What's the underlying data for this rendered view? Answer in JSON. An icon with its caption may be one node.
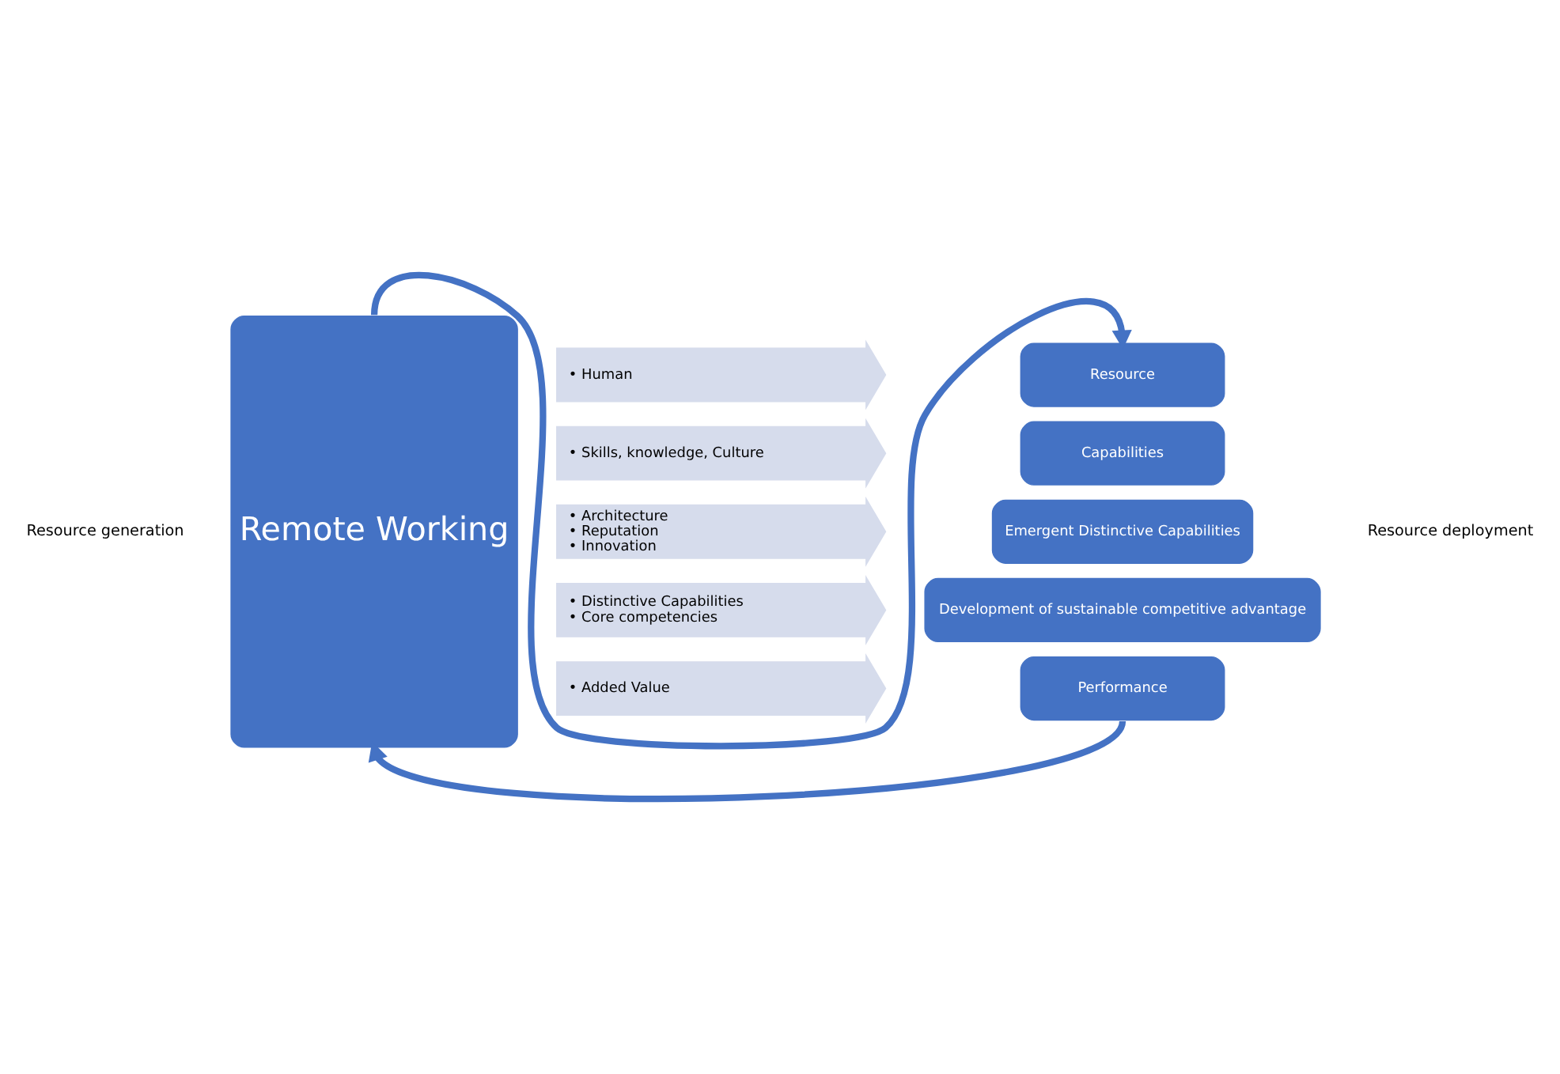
{
  "diagram": {
    "nodes": [
      {
        "text": [
          "Remote Working"
        ]
      },
      {
        "text": [
          "• Human"
        ]
      },
      {
        "text": [
          "• Skills, knowledge, Culture"
        ]
      },
      {
        "text": [
          "• Architecture",
          "• Reputation",
          "• Innovation"
        ]
      },
      {
        "text": [
          "• Distinctive Capabilities",
          "• Core competencies"
        ]
      },
      {
        "text": [
          "• Added Value"
        ]
      },
      {
        "text": [
          "Resource"
        ]
      },
      {
        "text": [
          "Capabilities"
        ]
      },
      {
        "text": [
          "Emergent Distinctive Capabilities"
        ]
      },
      {
        "text": [
          "Development of sustainable competitive advantage"
        ]
      },
      {
        "text": [
          "Performance"
        ]
      }
    ],
    "edges": [
      {
        "from": 0,
        "to": 6,
        "arrow": "to"
      },
      {
        "from": 10,
        "to": 0,
        "arrow": "to"
      }
    ],
    "labels": [
      "Resource generation",
      "Resource deployment"
    ]
  }
}
